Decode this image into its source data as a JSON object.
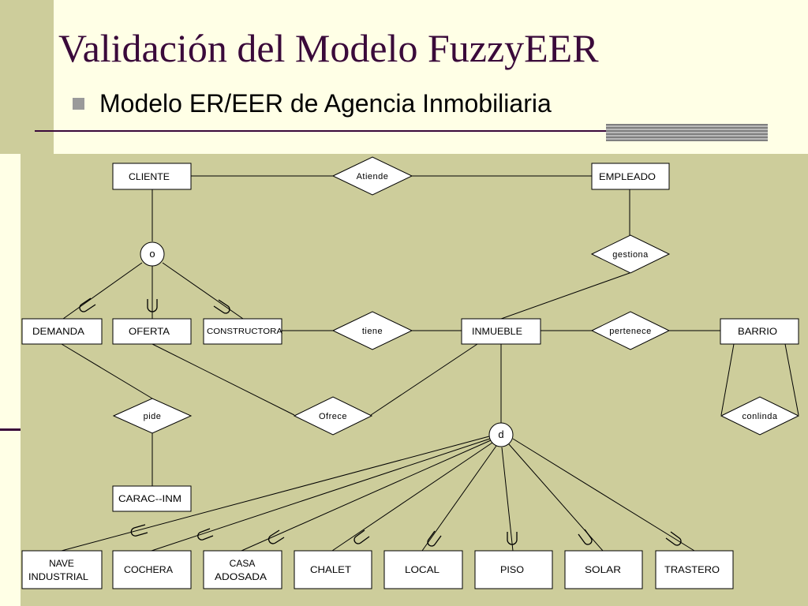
{
  "slide": {
    "title": "Validación del Modelo FuzzyEER",
    "subtitle": "Modelo ER/EER de Agencia Inmobiliaria"
  },
  "diagram": {
    "entities": {
      "cliente": "CLIENTE",
      "empleado": "EMPLEADO",
      "demanda": "DEMANDA",
      "oferta": "OFERTA",
      "constructora": "CONSTRUCTORA",
      "inmueble": "INMUEBLE",
      "barrio": "BARRIO",
      "carac_inm": "CARAC--INM",
      "nave_industrial": [
        "NAVE",
        "INDUSTRIAL"
      ],
      "cochera": "COCHERA",
      "casa_adosada": [
        "CASA",
        "ADOSADA"
      ],
      "chalet": "CHALET",
      "local": "LOCAL",
      "piso": "PISO",
      "solar": "SOLAR",
      "trastero": "TRASTERO"
    },
    "relationships": {
      "atiende": "Atiende",
      "gestiona": "gestiona",
      "tiene": "tiene",
      "pertenece": "pertenece",
      "pide": "pide",
      "ofrece": "Ofrece",
      "conlinda": "conlinda"
    },
    "specializations": {
      "cliente_overlap": "o",
      "inmueble_disjoint": "d"
    },
    "colors": {
      "title": "#3a0a3a",
      "header_bg": "#ffffe6",
      "diagram_bg": "#cdcd9b",
      "shape_fill": "#ffffff",
      "line": "#000000"
    }
  }
}
